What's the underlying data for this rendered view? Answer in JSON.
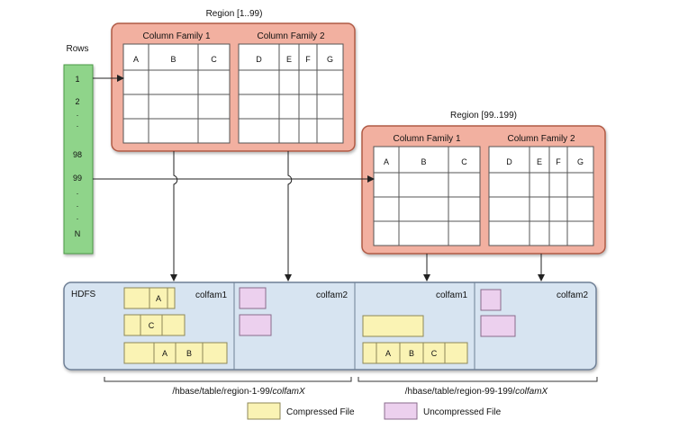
{
  "rows": {
    "label": "Rows",
    "items": [
      "1",
      "2",
      "·",
      "·",
      "98",
      "99",
      "·",
      "·",
      "·",
      "N"
    ]
  },
  "regions": [
    {
      "title": "Region [1..99)",
      "families": [
        {
          "title": "Column Family 1",
          "columns": [
            "A",
            "B",
            "C"
          ]
        },
        {
          "title": "Column Family 2",
          "columns": [
            "D",
            "E",
            "F",
            "G"
          ]
        }
      ]
    },
    {
      "title": "Region [99..199)",
      "families": [
        {
          "title": "Column Family 1",
          "columns": [
            "A",
            "B",
            "C"
          ]
        },
        {
          "title": "Column Family 2",
          "columns": [
            "D",
            "E",
            "F",
            "G"
          ]
        }
      ]
    }
  ],
  "hdfs": {
    "label": "HDFS",
    "colfam1_label": "colfam1",
    "colfam2_label": "colfam2",
    "file_labels": {
      "a": "A",
      "b": "B",
      "c": "C"
    }
  },
  "paths": {
    "region1": "/hbase/table/region-1-99/",
    "region2": "/hbase/table/region-99-199/",
    "suffix": "colfamX"
  },
  "legend": {
    "compressed": "Compressed File",
    "uncompressed": "Uncompressed File"
  },
  "colors": {
    "region_fill": "#f2b0a0",
    "region_stroke": "#b05a45",
    "rows_fill": "#8fd48a",
    "rows_stroke": "#4b9a45",
    "hdfs_fill": "#d7e4f1",
    "hdfs_stroke": "#6e7f95",
    "compressed_fill": "#faf3b4",
    "compressed_stroke": "#8d8758",
    "uncompressed_fill": "#ecd0ee",
    "uncompressed_stroke": "#8a6b8c",
    "line": "#222222"
  }
}
